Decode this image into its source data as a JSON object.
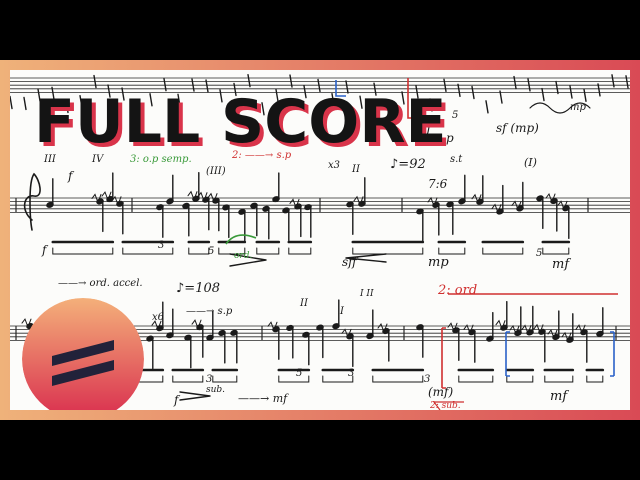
{
  "title": "FULL SCORE",
  "colors": {
    "frame_left": "#efb27a",
    "frame_right": "#d94a55",
    "title_shadow": "#d9344a",
    "ink": "#1a1a1a",
    "green_ink": "#3a9a3a",
    "red_ink": "#d03030",
    "blue_ink": "#2a62c9",
    "logo_top": "#f4b07a",
    "logo_bottom": "#d92d4e"
  },
  "logo": {
    "icon": "equals-icon"
  },
  "annotations": {
    "tempo_1": "♪=92",
    "st_1": "s.t",
    "tuplet_7_6": "7:6",
    "roman_I_paren": "(I)",
    "roman_III": "III",
    "roman_IV": "IV",
    "roman_III_paren": "(III)",
    "green_osp": "3: o.p semp.",
    "red_sp": "2: ——→ s.p",
    "x3": "x3",
    "roman_II": "II",
    "ord_green": "ord.",
    "sff": "sff",
    "mp_1": "mp",
    "mf_1": "mf",
    "ord_accel": "——→ ord.   accel.",
    "tempo_2": "♪=108",
    "x6": "x6",
    "sp_2": "——→ s.p",
    "roman_II_2": "II",
    "roman_I_2": "I",
    "roman_I_II": "I II",
    "red_2ord": "2: ord",
    "mf_paren": "(mf)",
    "sub_1": "sub.",
    "mf_2": "——→ mf",
    "sub_red": "2: sub.",
    "mf_3": "mf",
    "top_sf": "sf",
    "top_sf_mp": "sf (mp)",
    "top_p": "p",
    "top_5": "5",
    "top_mp": "mp",
    "f_1": "f",
    "f_2": "f",
    "f_3": "f",
    "f_4": "f",
    "n3_1": "3",
    "n5_1": "5",
    "n3_2": "3",
    "n5_2": "5",
    "n5_3": "5",
    "n3_3": "3",
    "n3_4": "3"
  }
}
